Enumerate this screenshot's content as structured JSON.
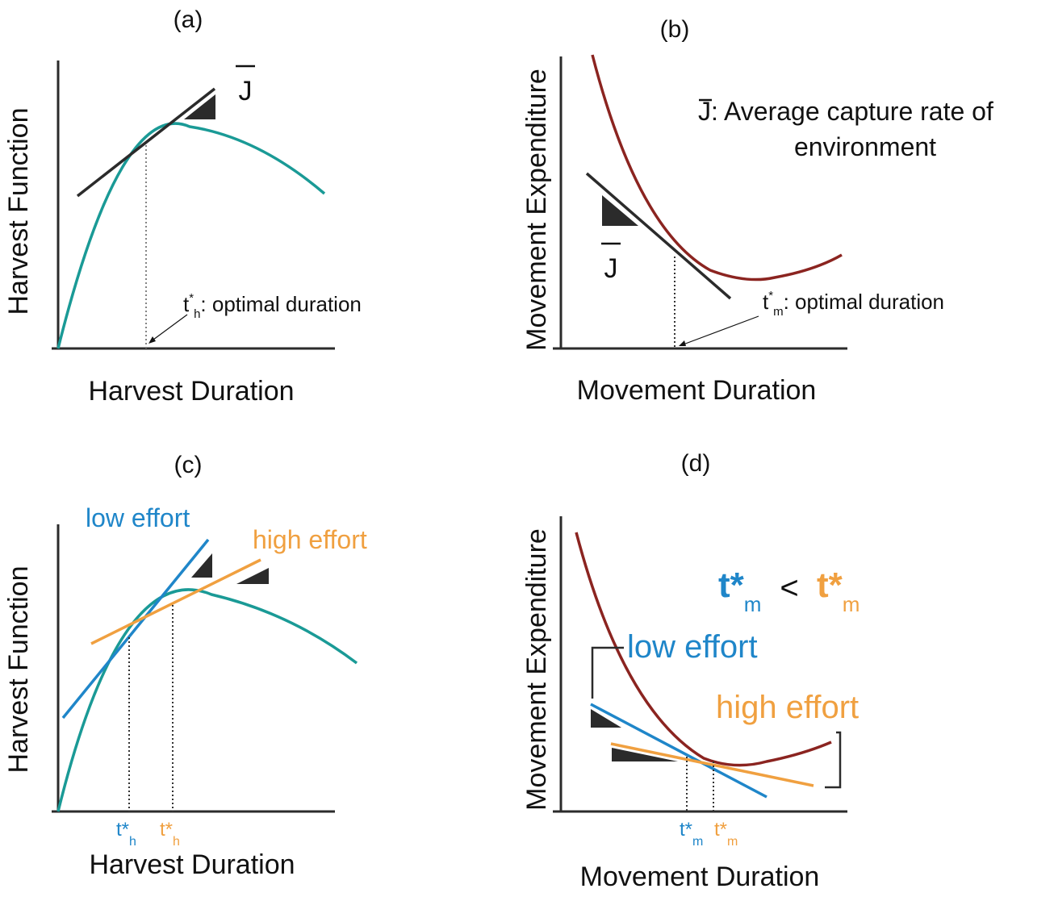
{
  "colors": {
    "harvest_curve": "#1a9a96",
    "movement_curve": "#8b2420",
    "tangent": "#2b2b2b",
    "low_effort": "#1f86c9",
    "high_effort": "#f0a040",
    "axis": "#2b2b2b"
  },
  "panel_a": {
    "label": "(a)",
    "xlabel": "Harvest Duration",
    "ylabel": "Harvest Function",
    "slope_label": "J",
    "opt_t": "t",
    "opt_star": "*",
    "opt_sub": "h",
    "opt_text": ": optimal duration"
  },
  "panel_b": {
    "label": "(b)",
    "xlabel": "Movement Duration",
    "ylabel": "Movement Expenditure",
    "legend_j": "J",
    "legend_line1": ": Average capture rate of",
    "legend_line2": "environment",
    "slope_label": "J",
    "opt_t": "t",
    "opt_star": "*",
    "opt_sub": "m",
    "opt_text": ": optimal duration"
  },
  "panel_c": {
    "label": "(c)",
    "xlabel": "Harvest Duration",
    "ylabel": "Harvest Function",
    "low_effort": "low effort",
    "high_effort": "high effort",
    "tick_low_main": "t*",
    "tick_low_sub": "h",
    "tick_high_main": "t*",
    "tick_high_sub": "h"
  },
  "panel_d": {
    "label": "(d)",
    "xlabel": "Movement Duration",
    "ylabel": "Movement Expenditure",
    "low_effort": "low effort",
    "high_effort": "high effort",
    "cmp_left_main": "t*",
    "cmp_left_sub": "m",
    "cmp_op": "<",
    "cmp_right_main": "t*",
    "cmp_right_sub": "m",
    "tick_low_main": "t*",
    "tick_low_sub": "m",
    "tick_high_main": "t*",
    "tick_high_sub": "m"
  }
}
